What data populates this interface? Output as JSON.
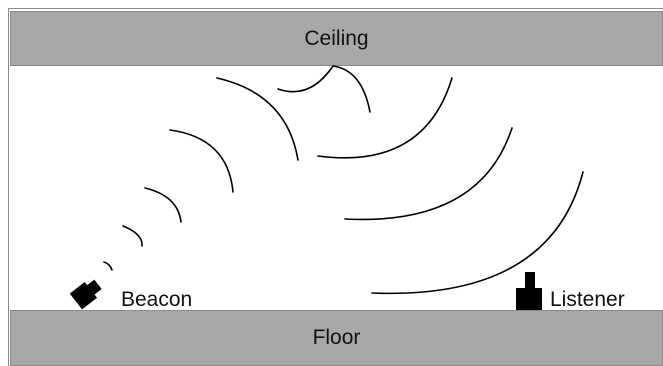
{
  "ceiling": {
    "label": "Ceiling"
  },
  "floor": {
    "label": "Floor"
  },
  "beacon": {
    "label": "Beacon",
    "icon": "beacon-speaker-icon"
  },
  "listener": {
    "label": "Listener",
    "icon": "listener-microphone-icon"
  },
  "colors": {
    "surface": "#a8a8a8",
    "surface_border": "#8a8a8a",
    "wave": "#000000",
    "background": "#ffffff"
  }
}
